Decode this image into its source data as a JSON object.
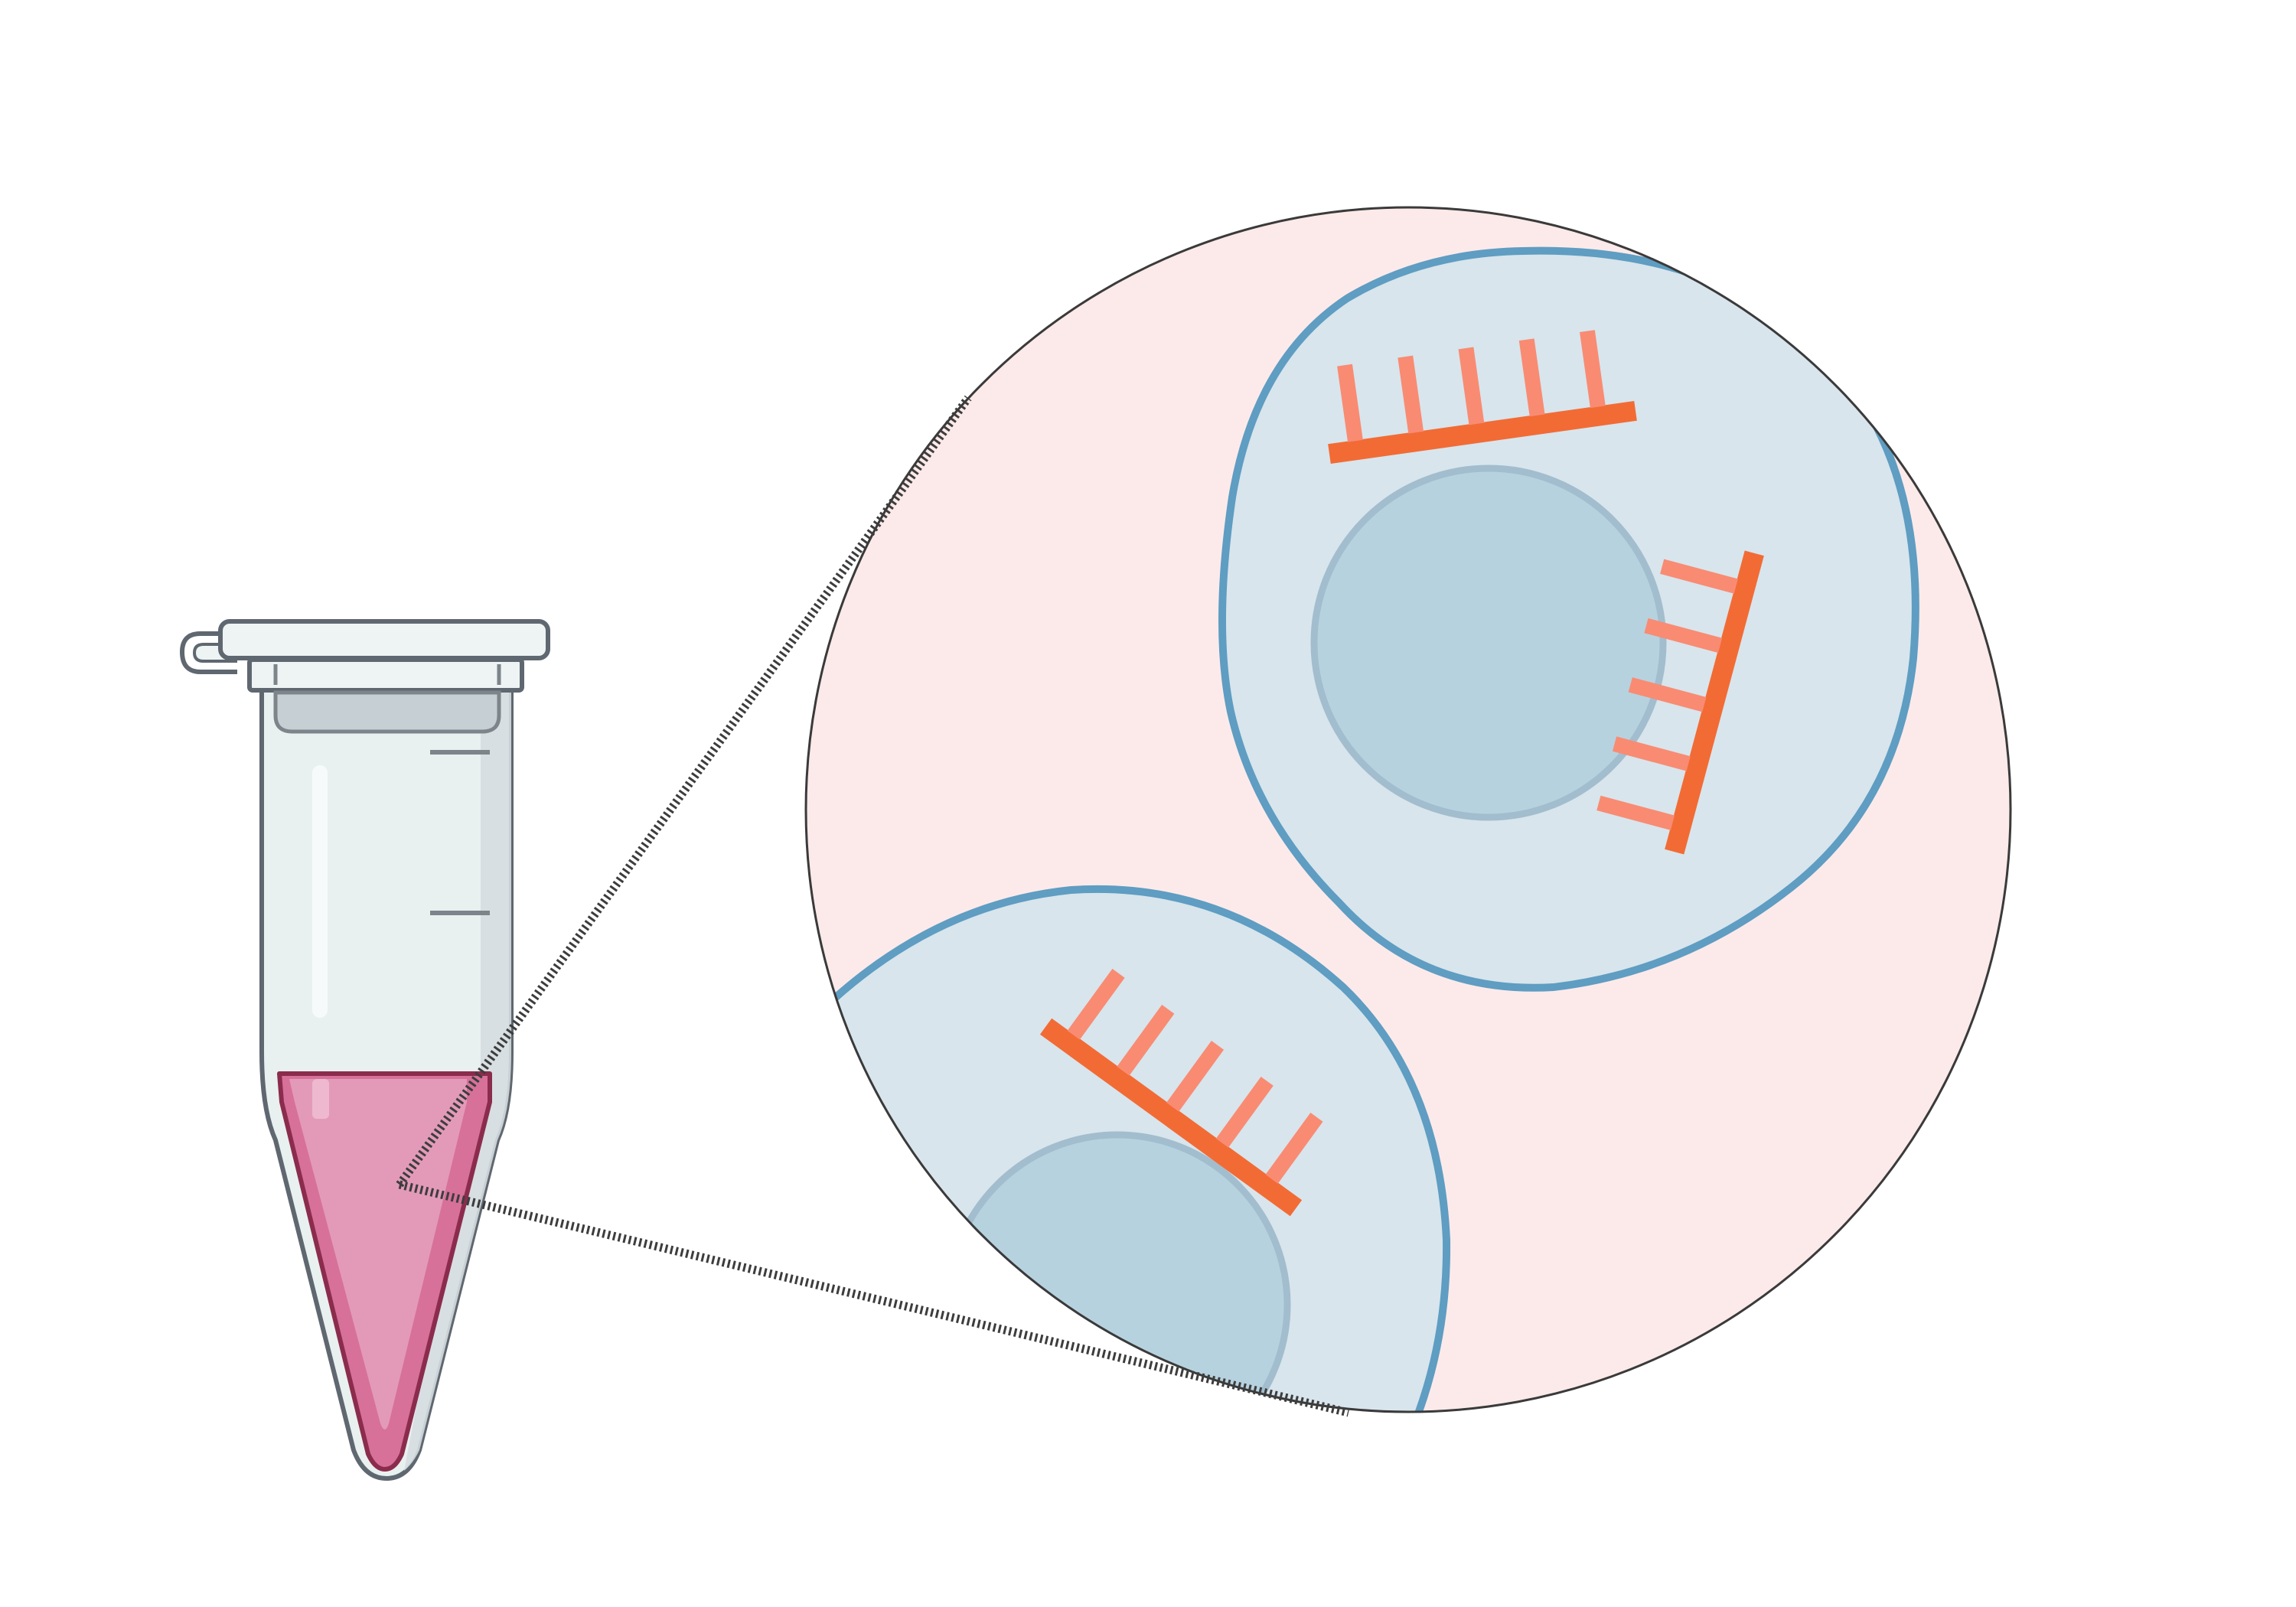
{
  "diagram": {
    "kind": "magnified-view",
    "components": [
      "microcentrifuge-tube",
      "magnification-lines",
      "magnified-cells",
      "membrane-receptors"
    ],
    "cells_in_view": 2,
    "receptors_per_cell": [
      2,
      1
    ],
    "colors": {
      "tube_outline": "#5f6770",
      "tube_body": "#e9f0f0",
      "tube_inner_shade": "#d5dde0",
      "cap": "#eef3f4",
      "cap_inner": "#c6cfd4",
      "liquid": "#e39ab9",
      "liquid_edge": "#d7719a",
      "liquid_outline": "#8b2c4d",
      "magnifier_fill": "#fceaea",
      "magnifier_outline": "#3a3a3a",
      "cell_cytoplasm": "#d8e5ec",
      "cell_membrane": "#5f9dc2",
      "nucleus": "#b7d2df",
      "nucleus_outline": "#a2bdce",
      "receptor_base": "#f26b35",
      "receptor_tines": "#f98b73",
      "dashed_line": "#3d3d3d"
    }
  }
}
